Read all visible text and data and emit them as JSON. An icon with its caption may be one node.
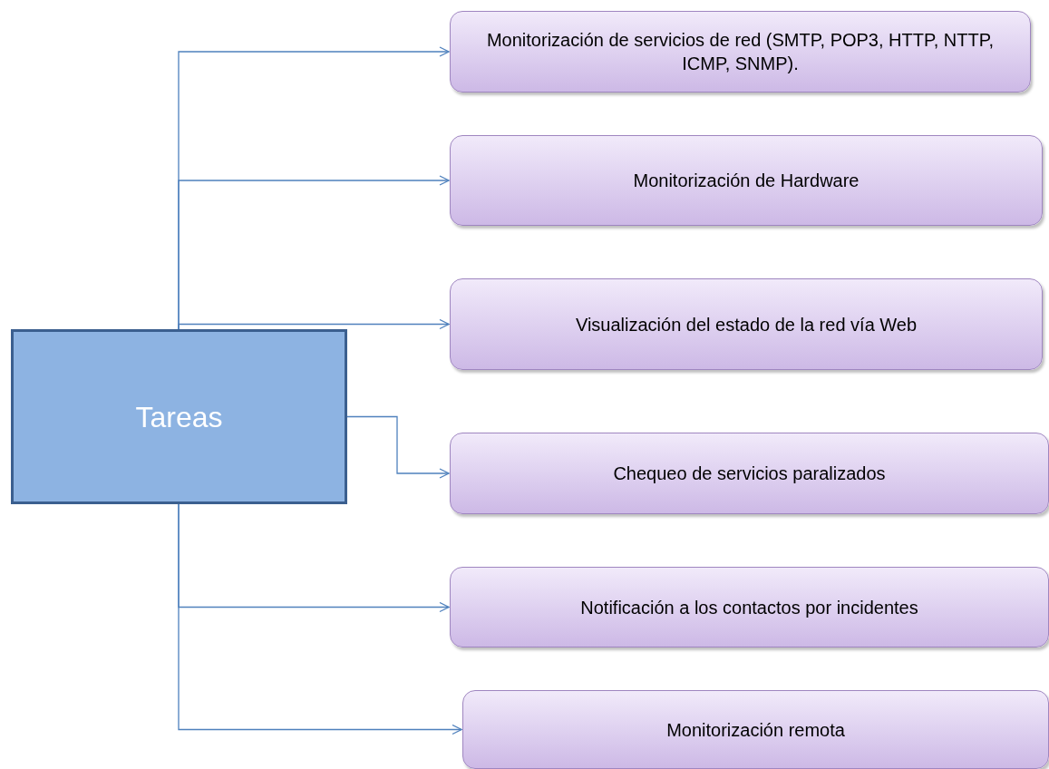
{
  "diagram": {
    "nodes": [
      {
        "text": [
          "Tareas"
        ]
      },
      {
        "text": [
          "Monitorización de servicios de red (SMTP, POP3, HTTP, NTTP, ICMP, SNMP)."
        ]
      },
      {
        "text": [
          "Monitorización de Hardware"
        ]
      },
      {
        "text": [
          "Visualización del estado de la red vía Web"
        ]
      },
      {
        "text": [
          "Chequeo de servicios paralizados"
        ]
      },
      {
        "text": [
          "Notificación a los contactos por incidentes"
        ]
      },
      {
        "text": [
          "Monitorización remota"
        ]
      }
    ],
    "edges": [
      {
        "from": 0,
        "to": 1,
        "arrow": "to"
      },
      {
        "from": 0,
        "to": 2,
        "arrow": "to"
      },
      {
        "from": 0,
        "to": 3,
        "arrow": "to"
      },
      {
        "from": 0,
        "to": 4,
        "arrow": "to"
      },
      {
        "from": 0,
        "to": 5,
        "arrow": "to"
      },
      {
        "from": 0,
        "to": 6,
        "arrow": "to"
      }
    ]
  }
}
